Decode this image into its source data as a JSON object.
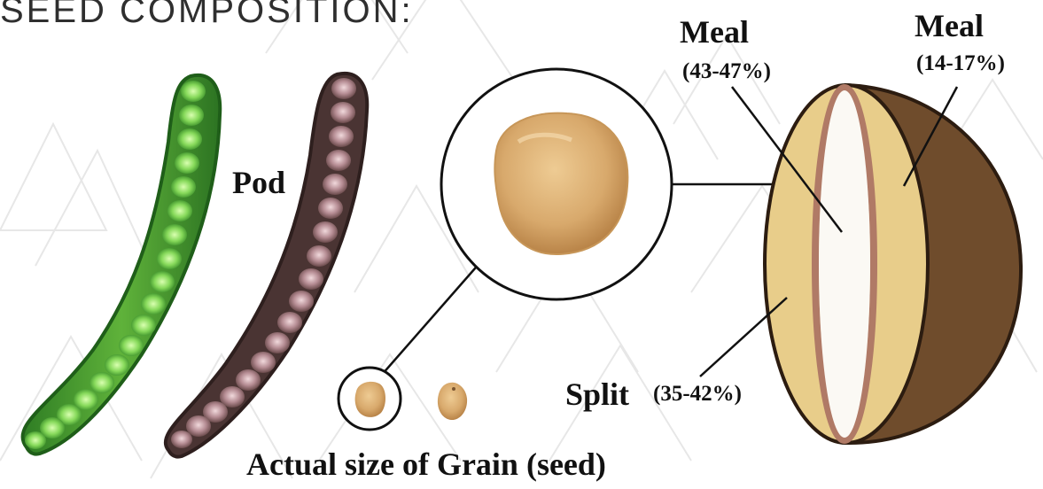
{
  "heading": "SEED COMPOSITION:",
  "labels": {
    "pod": "Pod",
    "meal_inner": "Meal",
    "meal_inner_pct": "(43-47%)",
    "meal_outer": "Meal",
    "meal_outer_pct": "(14-17%)",
    "split": "Split",
    "split_pct": "(35-42%)",
    "caption": "Actual size of Grain (seed)"
  },
  "colors": {
    "background_pattern": "#e6e6e6",
    "green_pod": "#3e8f2b",
    "green_seed": "#8fdc5a",
    "brown_pod": "#4a3433",
    "brown_seed": "#b88e95",
    "seed_coat": "#6f4c2c",
    "split_fill": "#e8cd8a",
    "meal_fill": "#fbf9f4",
    "grain": "#d7a86d"
  }
}
